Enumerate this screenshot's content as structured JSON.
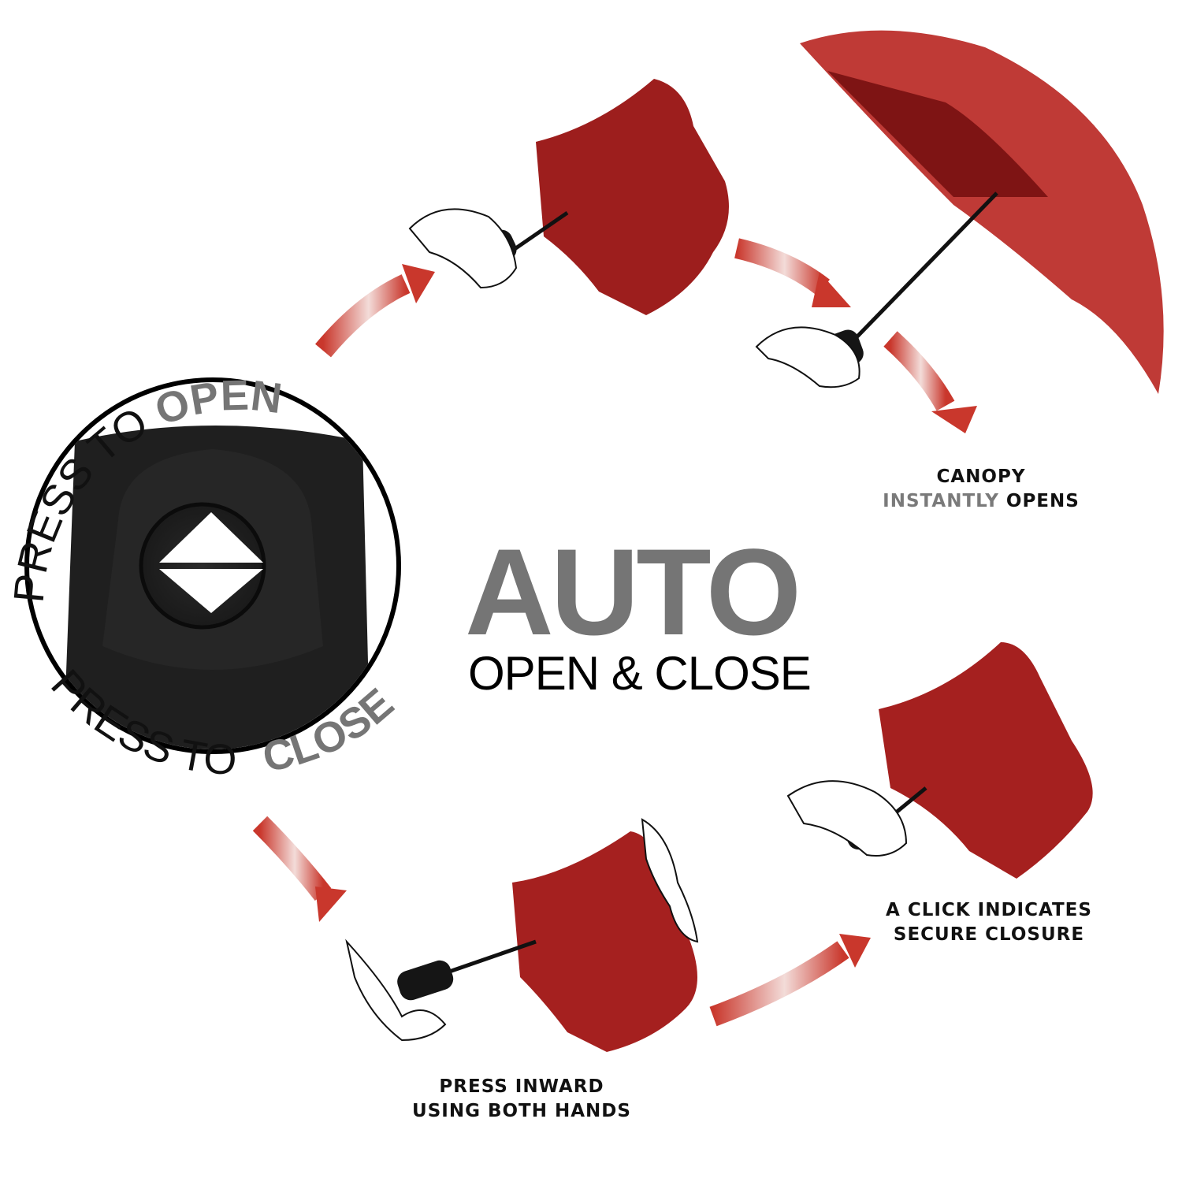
{
  "title": {
    "main": "AUTO",
    "sub": "OPEN & CLOSE"
  },
  "button_ring": {
    "top_prefix": "PRESS TO ",
    "top_emphasis": "OPEN",
    "bottom_prefix": "PRESS TO ",
    "bottom_emphasis": "CLOSE"
  },
  "steps": {
    "open": {
      "line1": "CANOPY",
      "line2_emphasis": "INSTANTLY",
      "line2_rest": " OPENS"
    },
    "press": {
      "line1": "PRESS INWARD",
      "line2": "USING BOTH HANDS"
    },
    "close": {
      "line1": "A CLICK INDICATES",
      "line2": "SECURE CLOSURE"
    }
  },
  "colors": {
    "canopy": "#a5201f",
    "arrow": "#c9372c",
    "emphasis": "#757575"
  }
}
